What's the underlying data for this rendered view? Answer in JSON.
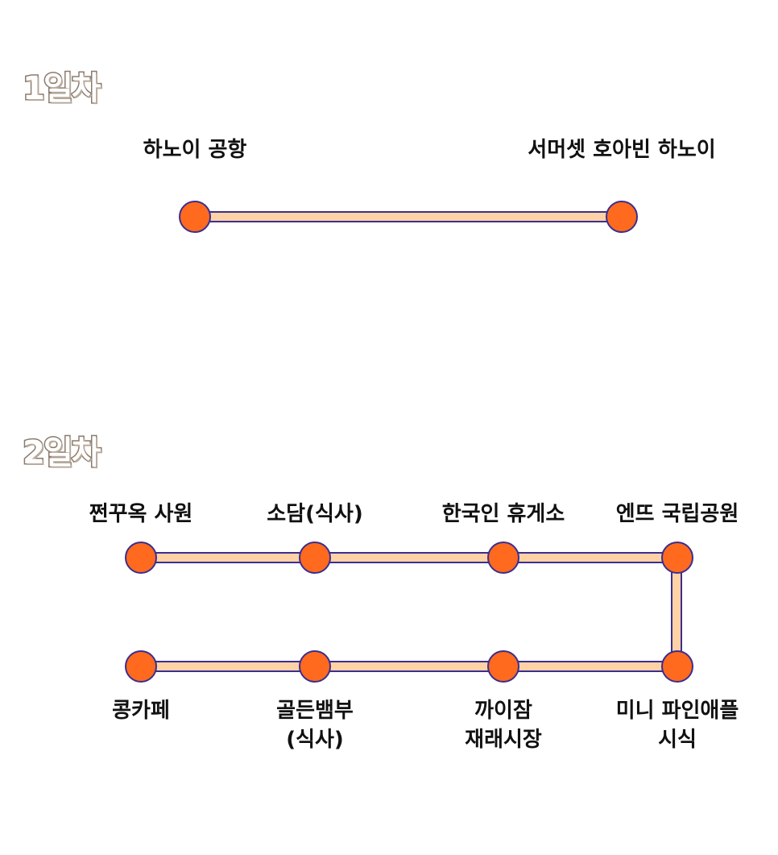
{
  "day1": {
    "title": "1일차",
    "stops": [
      {
        "label": "하노이 공항"
      },
      {
        "label": "서머셋 호아빈 하노이"
      }
    ]
  },
  "day2": {
    "title": "2일차",
    "stops": [
      {
        "label": "쩐꾸옥 사원"
      },
      {
        "label": "소담(식사)"
      },
      {
        "label": "한국인 휴게소"
      },
      {
        "label": "엔뜨 국립공원"
      },
      {
        "label_lines": [
          "미니 파인애플",
          "시식"
        ]
      },
      {
        "label_lines": [
          "까이잠",
          "재래시장"
        ]
      },
      {
        "label_lines": [
          "골든뱀부",
          "(식사)"
        ]
      },
      {
        "label": "콩카페"
      }
    ]
  },
  "colors": {
    "node_fill": "#ff6a1f",
    "node_stroke": "#3a2e8f",
    "line_fill": "#ffd2a6",
    "line_stroke": "#3a2e8f",
    "title_fill": "#ffffff",
    "title_stroke": "#8a7a6c"
  }
}
